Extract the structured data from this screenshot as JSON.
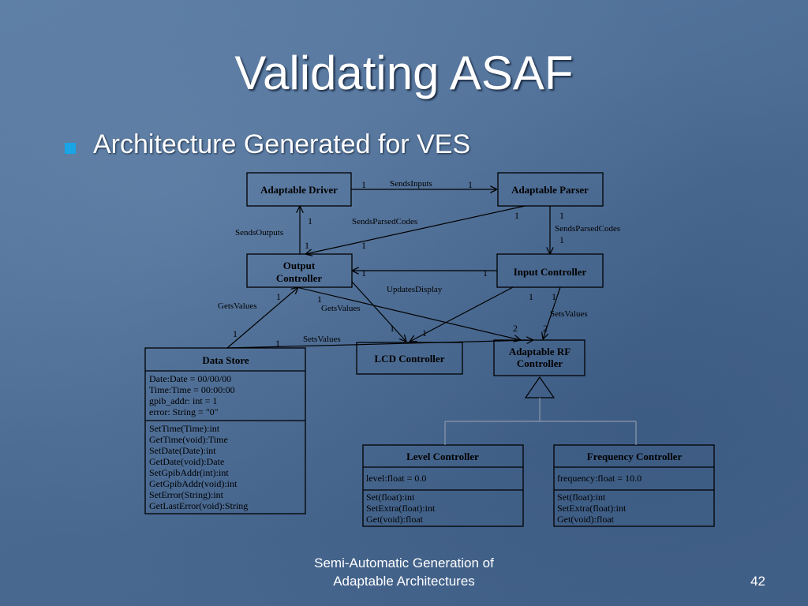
{
  "slide": {
    "title": "Validating ASAF",
    "bullet": "Architecture Generated for VES",
    "footer_line1": "Semi-Automatic Generation of",
    "footer_line2": "Adaptable Architectures",
    "page_number": "42",
    "colors": {
      "bullet": "#1aa5e6",
      "background": "#4f6f96"
    }
  },
  "diagram": {
    "classes": {
      "adaptable_driver": "Adaptable Driver",
      "adaptable_parser": "Adaptable Parser",
      "output_controller_l1": "Output",
      "output_controller_l2": "Controller",
      "input_controller": "Input Controller",
      "lcd_controller": "LCD Controller",
      "adaptable_rf_l1": "Adaptable RF",
      "adaptable_rf_l2": "Controller",
      "data_store": {
        "name": "Data Store",
        "attributes": [
          "Date:Date = 00/00/00",
          "Time:Time = 00:00:00",
          "gpib_addr: int = 1",
          "error: String = \"0\""
        ],
        "methods": [
          "SetTime(Time):int",
          "GetTime(void):Time",
          "SetDate(Date):int",
          "GetDate(void):Date",
          "SetGpibAddr(int):int",
          "GetGpibAddr(void):int",
          "SetError(String):int",
          "GetLastError(void):String"
        ]
      },
      "level_controller": {
        "name": "Level Controller",
        "attributes": [
          "level:float = 0.0"
        ],
        "methods": [
          "Set(float):int",
          "SetExtra(float):int",
          "Get(void):float"
        ]
      },
      "frequency_controller": {
        "name": "Frequency Controller",
        "attributes": [
          "frequency:float = 10.0"
        ],
        "methods": [
          "Set(float):int",
          "SetExtra(float):int",
          "Get(void):float"
        ]
      }
    },
    "associations": {
      "sends_inputs": "SendsInputs",
      "sends_parsed_codes_1": "SendsParsedCodes",
      "sends_parsed_codes_2": "SendsParsedCodes",
      "sends_outputs": "SendsOutputs",
      "updates_display": "UpdatesDisplay",
      "gets_values_1": "GetsValues",
      "gets_values_2": "GetsValues",
      "sets_values_1": "SetsValues",
      "sets_values_2": "SetsValues"
    },
    "multiplicities": {
      "m1": "1",
      "m2": "1",
      "m3": "1",
      "m4": "1",
      "m5": "1",
      "m6": "1",
      "m7": "1",
      "m8": "1",
      "m9": "1",
      "m10": "1",
      "m11": "1",
      "m12": "1",
      "m13": "1",
      "m14": "1",
      "m15": "1",
      "m16": "1",
      "m17": "1",
      "m18": "1",
      "m19": "1",
      "m20": "2",
      "m21": "2"
    }
  }
}
